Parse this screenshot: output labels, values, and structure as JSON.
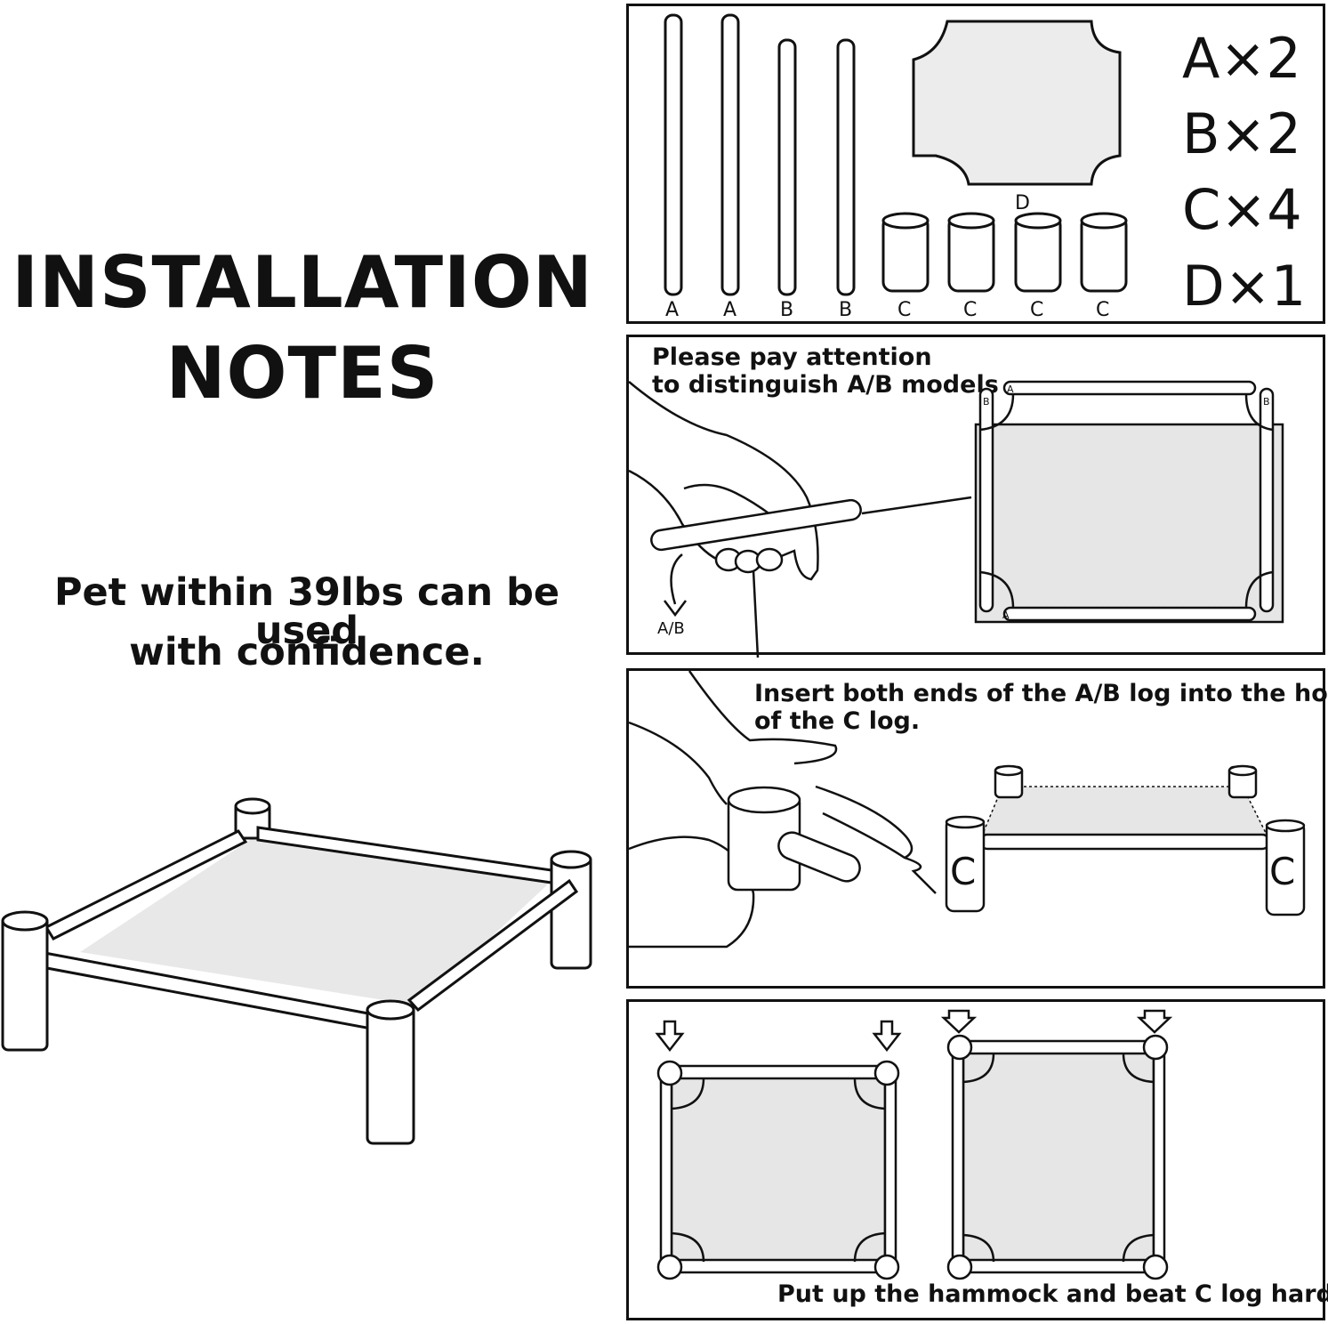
{
  "title": {
    "line1": "INSTALLATION",
    "line2": "NOTES"
  },
  "subtitle": {
    "line1": "Pet within 39lbs can be used",
    "line2": "with confidence."
  },
  "parts_panel": {
    "tube_labels": [
      "A",
      "A",
      "B",
      "B"
    ],
    "cup_labels": [
      "C",
      "C",
      "C",
      "C"
    ],
    "fabric_label": "D",
    "counts": [
      "A×2",
      "B×2",
      "C×4",
      "D×1"
    ]
  },
  "step1": {
    "line1": "Please pay attention",
    "line2": "to distinguish A/B models",
    "arrow_label": "A/B",
    "corner_labels": [
      "A",
      "B",
      "B",
      "A"
    ]
  },
  "step2": {
    "line1": "Insert both ends of the A/B log into the hole",
    "line2": "of the C log.",
    "leg_labels": [
      "C",
      "C"
    ]
  },
  "step3": {
    "line1": "Put up the hammock and beat C log hard"
  }
}
